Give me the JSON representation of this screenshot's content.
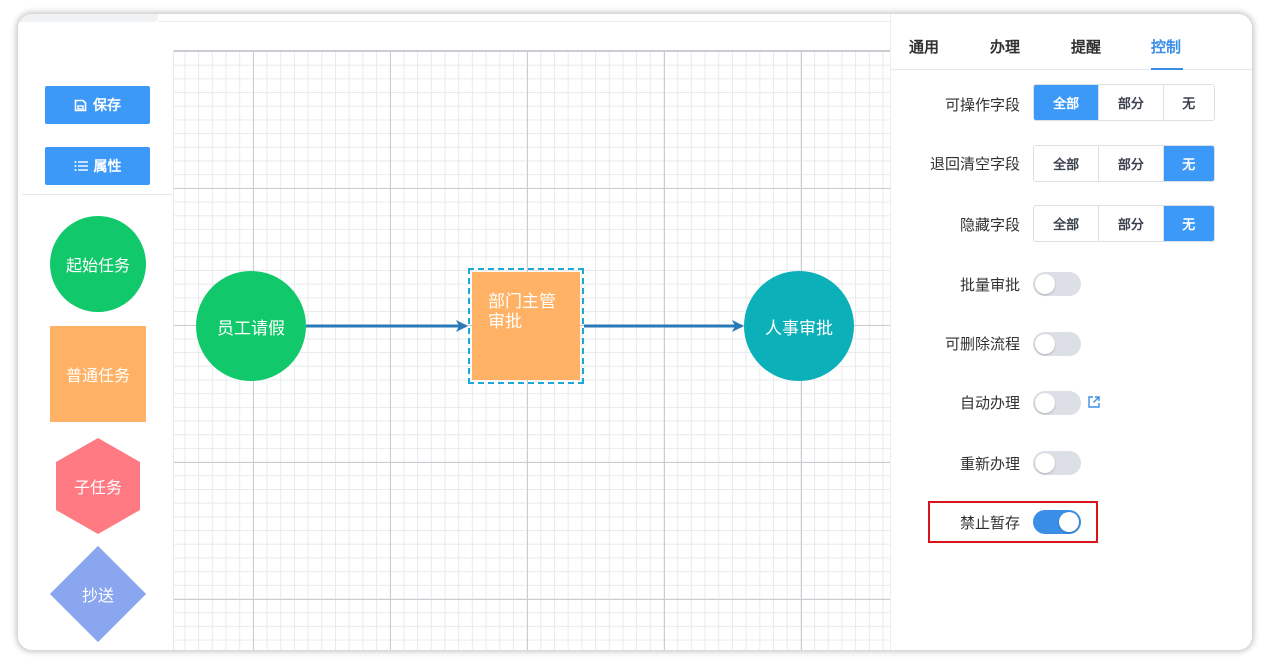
{
  "toolbar": {
    "save_label": "保存",
    "props_label": "属性",
    "save_icon": "save-icon",
    "props_icon": "list-icon"
  },
  "palette": {
    "start_task": "起始任务",
    "normal_task": "普通任务",
    "sub_task": "子任务",
    "cc": "抄送"
  },
  "flow": {
    "nodes": [
      "员工请假",
      "部门主管审批",
      "人事审批"
    ],
    "dept_line1": "部门主管",
    "dept_line2": "审批"
  },
  "panel": {
    "tabs": [
      "通用",
      "办理",
      "提醒",
      "控制"
    ],
    "active_tab": "控制",
    "field_rows": [
      {
        "label": "可操作字段",
        "options": [
          "全部",
          "部分",
          "无"
        ],
        "selected": "全部"
      },
      {
        "label": "退回清空字段",
        "options": [
          "全部",
          "部分",
          "无"
        ],
        "selected": "无"
      },
      {
        "label": "隐藏字段",
        "options": [
          "全部",
          "部分",
          "无"
        ],
        "selected": "无"
      }
    ],
    "toggles": [
      {
        "label": "批量审批",
        "on": false
      },
      {
        "label": "可删除流程",
        "on": false
      },
      {
        "label": "自动办理",
        "on": false
      },
      {
        "label": "重新办理",
        "on": false
      },
      {
        "label": "禁止暂存",
        "on": true
      }
    ]
  },
  "colors": {
    "primary": "#3c99f7",
    "start": "#11c96a",
    "normal": "#ffb266",
    "sub": "#ff7a82",
    "cc": "#8aa6ef",
    "hr": "#0bb0b8",
    "edge": "#2a7ab8",
    "highlight": "#d9151b"
  }
}
